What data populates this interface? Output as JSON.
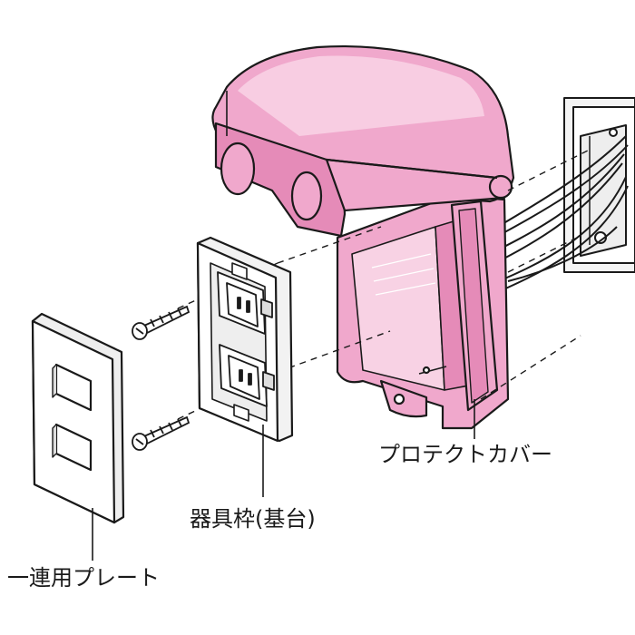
{
  "labels": {
    "protect_cover": "プロテクトカバー",
    "device_frame": "器具枠(基台)",
    "single_plate": "一連用プレート"
  },
  "colors": {
    "cover_fill": "#f0a8cc",
    "cover_shade": "#e58bb8",
    "cover_highlight": "#f8cde2",
    "outline": "#1a1a1a",
    "part_fill": "#ffffff"
  },
  "icons": [
    "screw-icon",
    "outlet-icon",
    "cable-icon"
  ]
}
